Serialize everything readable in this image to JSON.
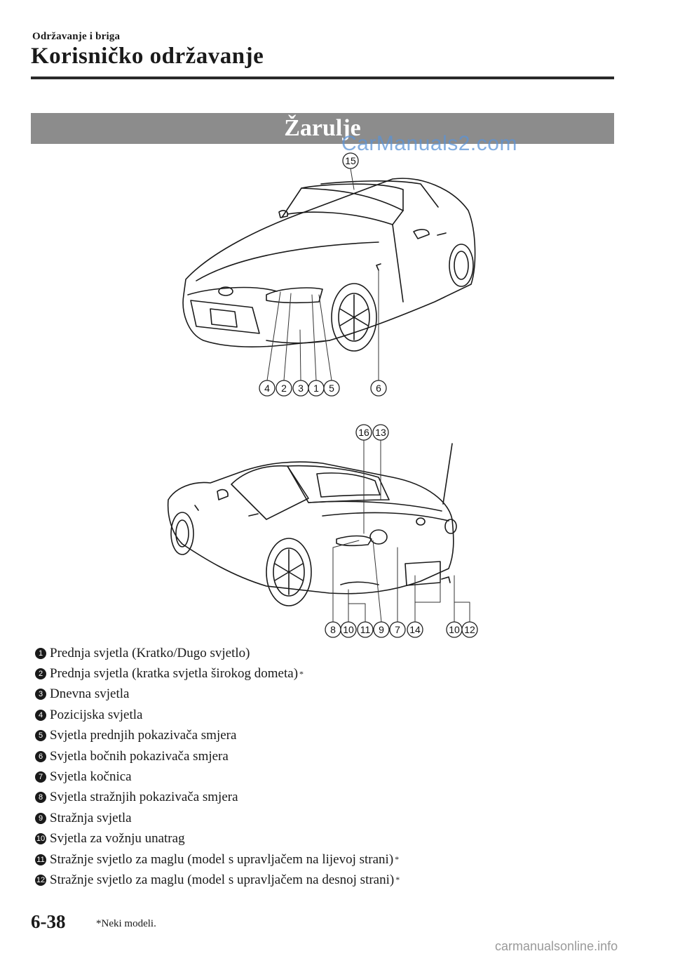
{
  "header": {
    "section": "Održavanje i briga",
    "title": "Korisničko održavanje"
  },
  "banner": {
    "title": "Žarulje"
  },
  "watermark_top": "CarManuals2.com",
  "front_callouts": [
    "15",
    "4",
    "2",
    "3",
    "1",
    "5",
    "6"
  ],
  "rear_callouts": [
    "16",
    "13",
    "8",
    "10",
    "11",
    "9",
    "7",
    "14",
    "10",
    "12"
  ],
  "legend": [
    {
      "num": "1",
      "text": "Prednja svjetla (Kratko/Dugo svjetlo)",
      "mark": ""
    },
    {
      "num": "2",
      "text": "Prednja svjetla (kratka svjetla širokog dometa)",
      "mark": "*"
    },
    {
      "num": "3",
      "text": "Dnevna svjetla",
      "mark": ""
    },
    {
      "num": "4",
      "text": "Pozicijska svjetla",
      "mark": ""
    },
    {
      "num": "5",
      "text": "Svjetla prednjih pokazivača smjera",
      "mark": ""
    },
    {
      "num": "6",
      "text": "Svjetla bočnih pokazivača smjera",
      "mark": ""
    },
    {
      "num": "7",
      "text": "Svjetla kočnica",
      "mark": ""
    },
    {
      "num": "8",
      "text": "Svjetla stražnjih pokazivača smjera",
      "mark": ""
    },
    {
      "num": "9",
      "text": "Stražnja svjetla",
      "mark": ""
    },
    {
      "num": "10",
      "text": "Svjetla za vožnju unatrag",
      "mark": ""
    },
    {
      "num": "11",
      "text": "Stražnje svjetlo za maglu (model s upravljačem na lijevoj strani)",
      "mark": "*"
    },
    {
      "num": "12",
      "text": "Stražnje svjetlo za maglu (model s upravljačem na desnoj strani)",
      "mark": "*"
    }
  ],
  "footer": {
    "page_number": "6-38",
    "footnote": "*Neki modeli.",
    "watermark": "carmanualsonline.info"
  }
}
